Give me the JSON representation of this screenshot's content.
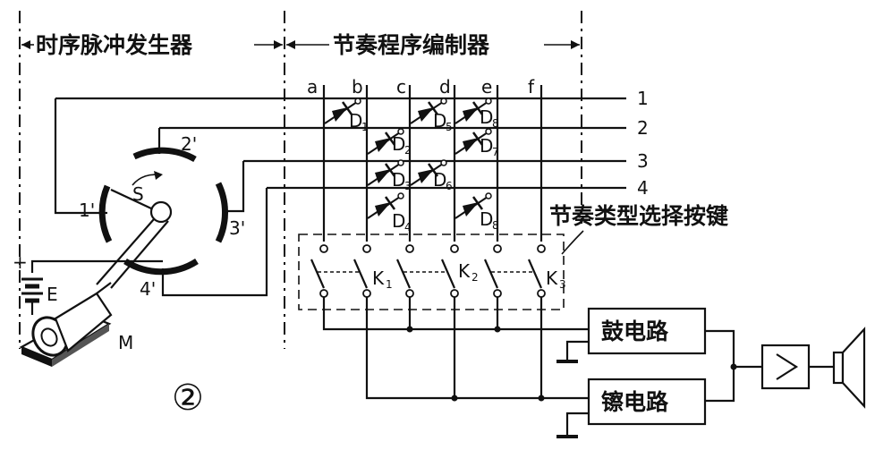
{
  "sections": {
    "pulse_generator": "时序脉冲发生器",
    "rhythm_programmer": "节奏程序编制器"
  },
  "columns": [
    "a",
    "b",
    "c",
    "d",
    "e",
    "f"
  ],
  "rows": [
    "1",
    "2",
    "3",
    "4"
  ],
  "distributor": {
    "contacts": [
      "1'",
      "2'",
      "3'",
      "4'"
    ],
    "rotor": "S"
  },
  "diodes": [
    {
      "name": "D",
      "sub": "1"
    },
    {
      "name": "D",
      "sub": "2"
    },
    {
      "name": "D",
      "sub": "3"
    },
    {
      "name": "D",
      "sub": "4"
    },
    {
      "name": "D",
      "sub": "5"
    },
    {
      "name": "D",
      "sub": "6"
    },
    {
      "name": "D",
      "sub": "7"
    },
    {
      "name": "D",
      "sub": "8"
    },
    {
      "name": "D",
      "sub": "8"
    }
  ],
  "keys": {
    "title": "节奏类型选择按键",
    "labels": [
      {
        "name": "K",
        "sub": "1"
      },
      {
        "name": "K",
        "sub": "2"
      },
      {
        "name": "K",
        "sub": "3"
      }
    ]
  },
  "battery": {
    "plus": "+",
    "minus": "-",
    "label": "E"
  },
  "motor": "M",
  "circuits": {
    "drum": "鼓电路",
    "cymbal": "镲电路"
  },
  "figure_number": "②"
}
